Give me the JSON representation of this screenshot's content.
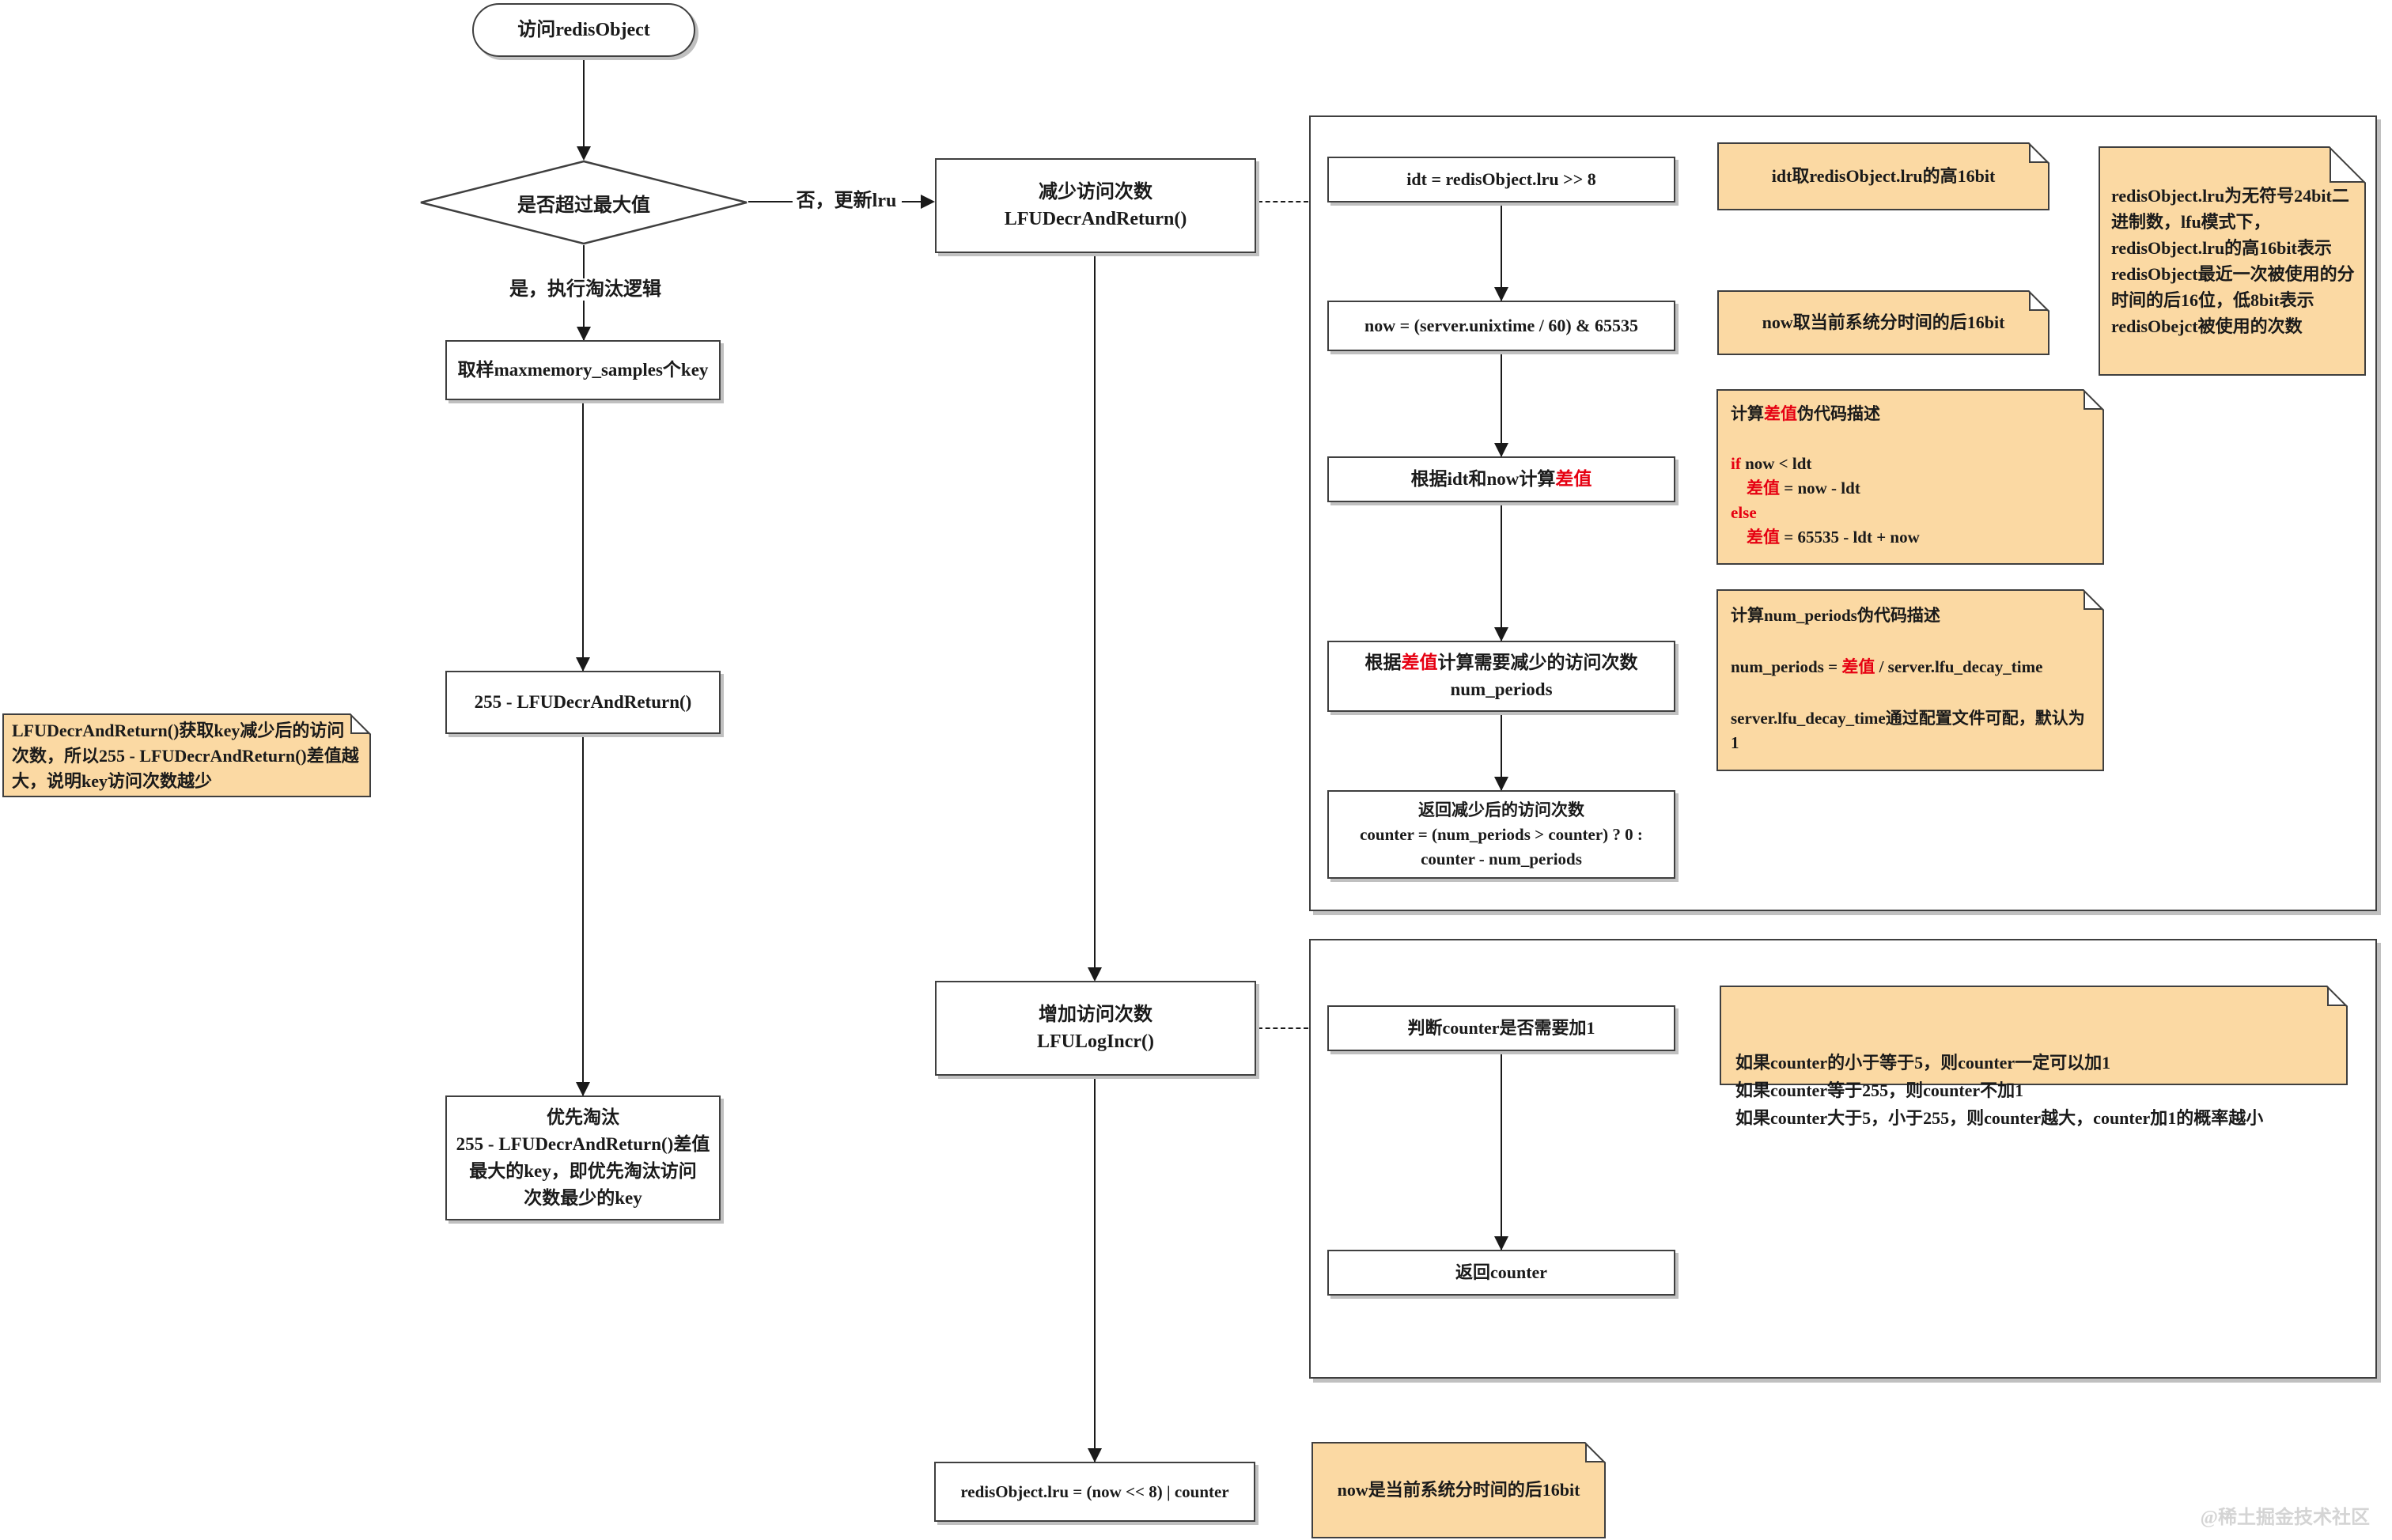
{
  "colors": {
    "note_bg": "#fbd9a3",
    "accent_red": "#e60012",
    "line": "#1a1a1a"
  },
  "flow": {
    "start": "访问redisObject",
    "decision": "是否超过最大值",
    "edge_no": "否，更新lru",
    "edge_yes": "是，执行淘汰逻辑",
    "sample_box": "取样maxmemory_samples个key",
    "decr_calc_box": "255 - LFUDecrAndReturn()",
    "evict_box": "优先淘汰\n255 - LFUDecrAndReturn()差值\n最大的key，即优先淘汰访问\n次数最少的key",
    "decr_fn_box": "减少访问次数\nLFUDecrAndReturn()",
    "incr_fn_box": "增加访问次数\nLFULogIncr()",
    "update_lru_box": "redisObject.lru = (now << 8) | counter"
  },
  "decr_detail": {
    "idt_box": "idt = redisObject.lru >> 8",
    "now_box": "now = (server.unixtime / 60) & 65535",
    "diff_box": {
      "pre": "根据idt和now计算",
      "red": "差值"
    },
    "np_box": {
      "pre": "根据",
      "red": "差值",
      "post": "计算需要减少的访问次数",
      "line2": "num_periods"
    },
    "return_box": "返回减少后的访问次数\ncounter = (num_periods > counter) ? 0 :\ncounter - num_periods"
  },
  "incr_detail": {
    "judge_box": "判断counter是否需要加1",
    "return_box": "返回counter"
  },
  "notes": {
    "left_note": "LFUDecrAndReturn()获取key减少后的访问次数，所以255 - LFUDecrAndReturn()差值越大，说明key访问次数越少",
    "idt_note": "idt取redisObject.lru的高16bit",
    "now_note": "now取当前系统分时间的后16bit",
    "lru_layout_note": "redisObject.lru为无符号24bit二进制数，lfu模式下，redisObject.lru的高16bit表示redisObject最近一次被使用的分时间的后16位，低8bit表示redisObejct被使用的次数",
    "diff_pseudo": {
      "title_pre": "计算",
      "title_red": "差值",
      "title_post": "伪代码描述",
      "if_kw": "if",
      "if_rest": " now < ldt",
      "then_red": "差值",
      "then_rest": " = now - ldt",
      "else_kw": "else",
      "else_red": "差值",
      "else_rest": " = 65535 - ldt + now"
    },
    "np_pseudo": {
      "title": "计算num_periods伪代码描述",
      "l1_pre": "num_periods = ",
      "l1_red": "差值",
      "l1_post": " / server.lfu_decay_time",
      "l2": "server.lfu_decay_time通过配置文件可配，默认为1"
    },
    "counter_rules": "如果counter的小于等于5，则counter一定可以加1\n如果counter等于255，则counter不加1\n如果counter大于5，小于255，则counter越大，counter加1的概率越小",
    "now_bottom_note": "now是当前系统分时间的后16bit"
  },
  "watermark": "@稀土掘金技术社区"
}
